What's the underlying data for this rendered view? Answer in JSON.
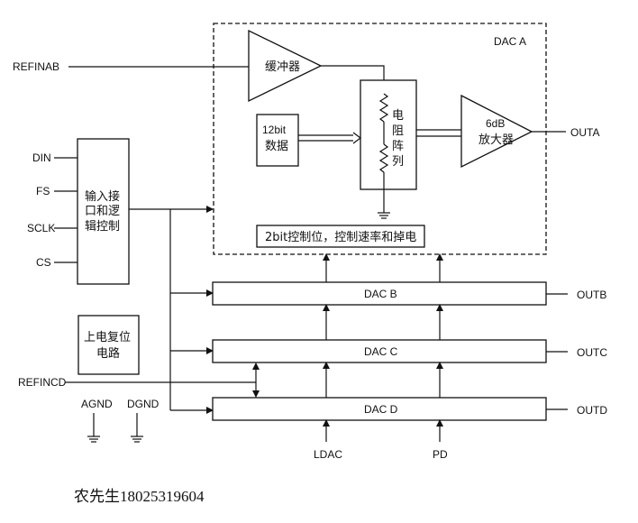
{
  "signals": {
    "refinab": "REFINAB",
    "din": "DIN",
    "fs": "FS",
    "sclk": "SCLK",
    "cs": "CS",
    "refincd": "REFINCD",
    "agnd": "AGND",
    "dgnd": "DGND",
    "ldac": "LDAC",
    "pd": "PD",
    "outa": "OUTA",
    "outb": "OUTB",
    "outc": "OUTC",
    "outd": "OUTD"
  },
  "dac_a": {
    "title": "DAC A",
    "buffer": "缓冲器",
    "data_line1": "12bit",
    "data_line2": "数据",
    "resistor": [
      "电",
      "阻",
      "阵",
      "列"
    ],
    "amp_line1": "6dB",
    "amp_line2": "放大器",
    "control": "2bit控制位，控制速率和掉电"
  },
  "interface": [
    "输入接",
    "口和逻",
    "辑控制"
  ],
  "reset": [
    "上电复位",
    "电路"
  ],
  "dac_b": "DAC  B",
  "dac_c": "DAC  C",
  "dac_d": "DAC  D",
  "footer": "农先生18025319604"
}
